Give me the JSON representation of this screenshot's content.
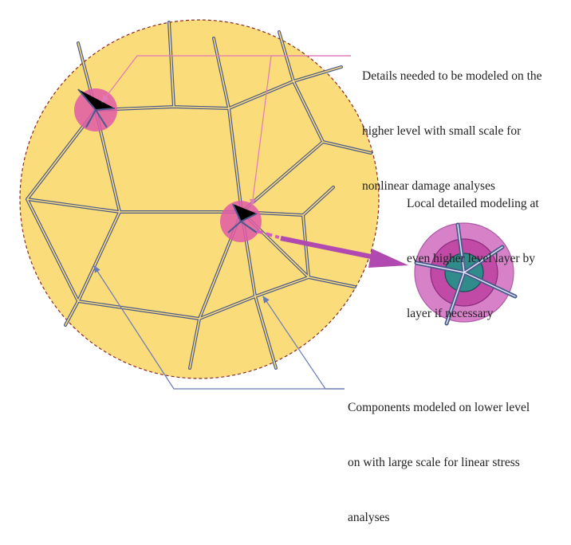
{
  "labels": {
    "top": [
      "Details needed to be modeled on the",
      "higher level with small scale for",
      "nonlinear damage analyses"
    ],
    "middle": [
      "Local detailed modeling at",
      "even higher level layer by",
      "layer if necessary"
    ],
    "bottom": [
      "Components modeled on lower level",
      "on with large scale for linear stress",
      "analyses"
    ]
  },
  "colors": {
    "domain_fill": "#fbdc7a",
    "domain_border": "#8a2a2a",
    "member": "#4a5a8c",
    "highlight": "#e05aa8",
    "arrow_top": "#e07ab8",
    "arrow_bottom": "#6a7ab8",
    "zoom_arrow": "#b04ab0"
  }
}
